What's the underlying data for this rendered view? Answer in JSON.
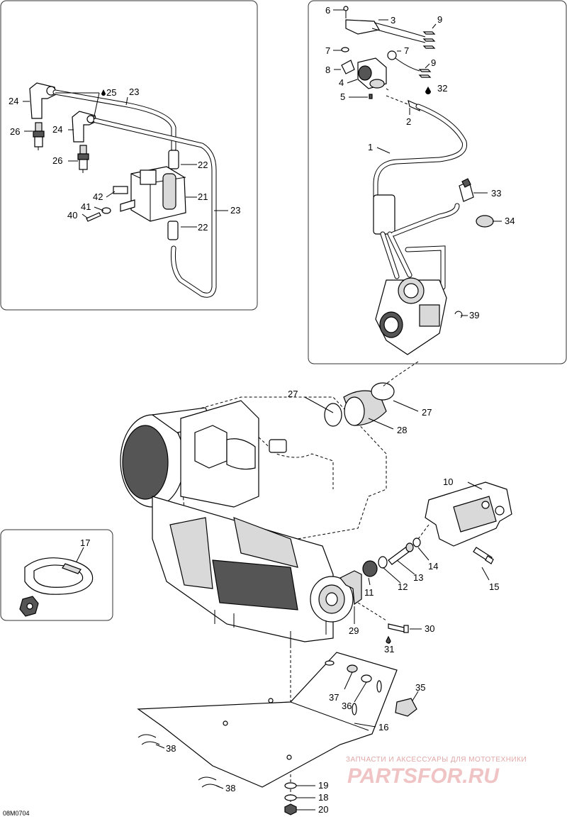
{
  "drawing_code": "08M0704",
  "watermark": {
    "subtitle": "ЗАПЧАСТИ И АКСЕССУАРЫ ДЛЯ МОТОТЕХНИКИ",
    "brand": "PARTSFOR.RU"
  },
  "callouts": {
    "c1": "1",
    "c2": "2",
    "c3": "3",
    "c4": "4",
    "c5": "5",
    "c6": "6",
    "c7a": "7",
    "c7b": "7",
    "c8": "8",
    "c9a": "9",
    "c9b": "9",
    "c10": "10",
    "c11": "11",
    "c12": "12",
    "c13": "13",
    "c14": "14",
    "c15": "15",
    "c16": "16",
    "c17": "17",
    "c18": "18",
    "c19": "19",
    "c20": "20",
    "c21": "21",
    "c22a": "22",
    "c22b": "22",
    "c23a": "23",
    "c23b": "23",
    "c24a": "24",
    "c24b": "24",
    "c25": "25",
    "c26a": "26",
    "c26b": "26",
    "c27a": "27",
    "c27b": "27",
    "c28": "28",
    "c29": "29",
    "c30": "30",
    "c31": "31",
    "c32": "32",
    "c33": "33",
    "c34": "34",
    "c35": "35",
    "c36": "36",
    "c37": "37",
    "c38a": "38",
    "c38b": "38",
    "c39": "39",
    "c40": "40",
    "c41": "41",
    "c42": "42"
  }
}
